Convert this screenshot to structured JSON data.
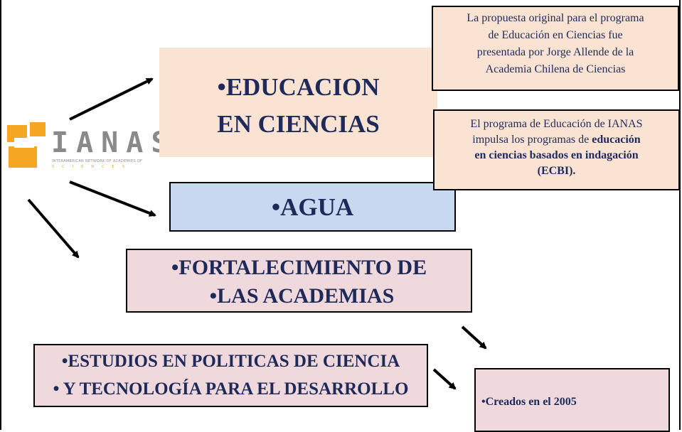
{
  "logo": {
    "name": "IANAS",
    "subtitle": "INTERAMERICAN NETWORK OF ACADEMIES OF",
    "subtitle2": "SCIENCES",
    "colors": {
      "orange": "#f5a623",
      "gray": "#8a8a8a"
    }
  },
  "boxes": {
    "educacion": {
      "line1": "•EDUCACION",
      "line2": "EN CIENCIAS"
    },
    "agua": {
      "line1": "•AGUA"
    },
    "fortalecimiento": {
      "line1": "•FORTALECIMIENTO DE",
      "line2": "•LAS ACADEMIAS"
    },
    "estudios": {
      "line1": "•ESTUDIOS EN POLITICAS DE CIENCIA",
      "line2": "• Y TECNOLOGÍA PARA EL DESARROLLO"
    },
    "creados": {
      "line1": "•Creados en el 2005"
    }
  },
  "notes": {
    "note1": {
      "line1": "La propuesta original para  el programa",
      "line2": "de Educación en Ciencias fue",
      "line3": "presentada por Jorge Allende de la",
      "line4": "Academia Chilena de Ciencias"
    },
    "note2": {
      "part1": "El programa de Educación de IANAS",
      "part2": "impulsa los programas de ",
      "bold1": "educación",
      "bold2": "en ciencias basados en indagación",
      "bold3": "(ECBI)."
    }
  },
  "colors": {
    "title_text": "#1f2a5a",
    "peach": "#fbe3d3",
    "blue": "#c8d8f0",
    "pink": "#efd9dc"
  }
}
